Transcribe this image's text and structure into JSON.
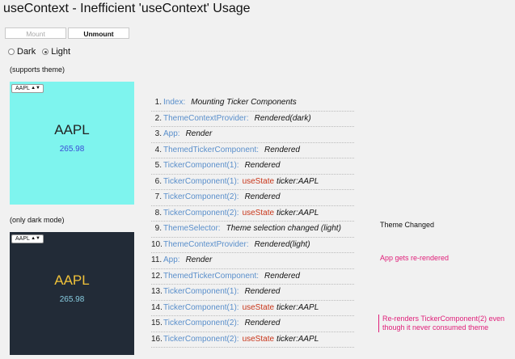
{
  "title": "useContext - Inefficient 'useContext' Usage",
  "buttons": {
    "mount": "Mount",
    "unmount": "Unmount"
  },
  "theme_radios": {
    "dark": "Dark",
    "light": "Light",
    "selected": "Light"
  },
  "panel_light": {
    "caption": "(supports theme)",
    "select": "AAPL",
    "symbol": "AAPL",
    "price": "265.98"
  },
  "panel_dark": {
    "caption": "(only dark mode)",
    "select": "AAPL",
    "symbol": "AAPL",
    "price": "265.98"
  },
  "log": [
    {
      "num": "1.",
      "comp": "Index:",
      "state": "",
      "msg": "Mounting Ticker Components"
    },
    {
      "num": "2.",
      "comp": "ThemeContextProvider:",
      "state": "",
      "msg": "Rendered(dark)"
    },
    {
      "num": "3.",
      "comp": "App:",
      "state": "",
      "msg": "Render"
    },
    {
      "num": "4.",
      "comp": "ThemedTickerComponent:",
      "state": "",
      "msg": "Rendered"
    },
    {
      "num": "5.",
      "comp": "TickerComponent(1):",
      "state": "",
      "msg": "Rendered"
    },
    {
      "num": "6.",
      "comp": "TickerComponent(1):",
      "state": "useState",
      "msg": "ticker:AAPL"
    },
    {
      "num": "7.",
      "comp": "TickerComponent(2):",
      "state": "",
      "msg": "Rendered"
    },
    {
      "num": "8.",
      "comp": "TickerComponent(2):",
      "state": "useState",
      "msg": "ticker:AAPL"
    },
    {
      "num": "9.",
      "comp": "ThemeSelector:",
      "state": "",
      "msg": "Theme selection changed (light)"
    },
    {
      "num": "10.",
      "comp": "ThemeContextProvider:",
      "state": "",
      "msg": "Rendered(light)"
    },
    {
      "num": "11.",
      "comp": "App:",
      "state": "",
      "msg": "Render"
    },
    {
      "num": "12.",
      "comp": "ThemedTickerComponent:",
      "state": "",
      "msg": "Rendered"
    },
    {
      "num": "13.",
      "comp": "TickerComponent(1):",
      "state": "",
      "msg": "Rendered"
    },
    {
      "num": "14.",
      "comp": "TickerComponent(1):",
      "state": "useState",
      "msg": "ticker:AAPL"
    },
    {
      "num": "15.",
      "comp": "TickerComponent(2):",
      "state": "",
      "msg": "Rendered"
    },
    {
      "num": "16.",
      "comp": "TickerComponent(2):",
      "state": "useState",
      "msg": "ticker:AAPL"
    }
  ],
  "notes": {
    "theme_changed": "Theme Changed",
    "app_rerendered": "App gets re-rendered",
    "rerenders": "Re-renders TickerComponent(2) even though it never consumed theme"
  },
  "colors": {
    "component": "#5a8fcb",
    "state": "#c8361a",
    "note_pink": "#e0207a",
    "light_panel": "#7ef4ee",
    "dark_panel": "#222b37"
  }
}
